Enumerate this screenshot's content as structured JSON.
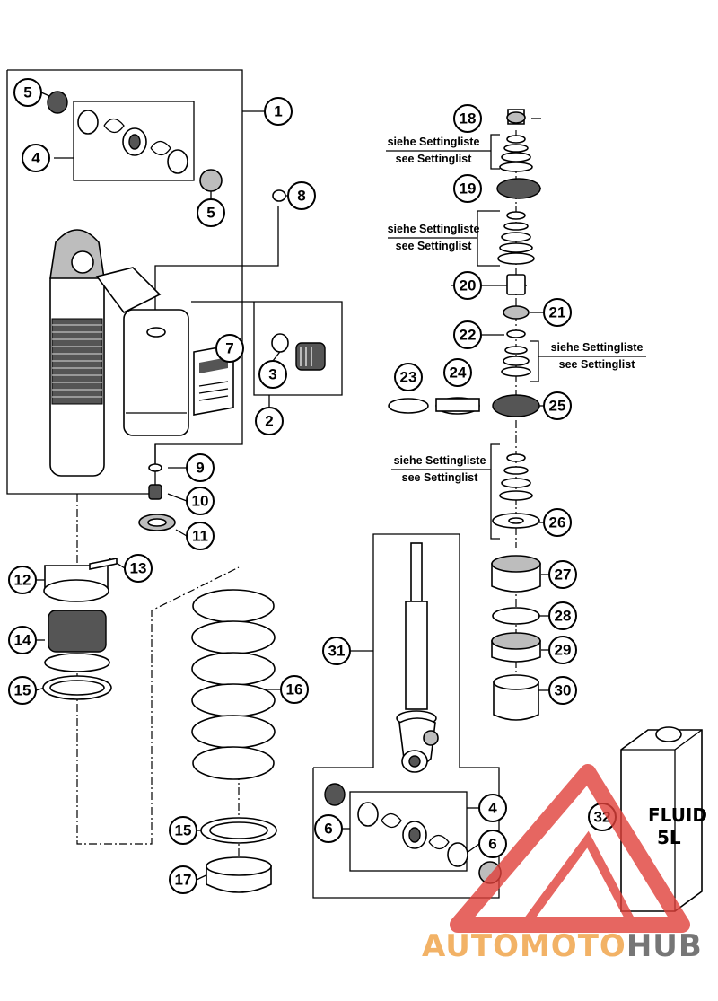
{
  "callouts": [
    {
      "label": "1"
    },
    {
      "label": "2"
    },
    {
      "label": "3"
    },
    {
      "label": "4"
    },
    {
      "label": "4"
    },
    {
      "label": "5"
    },
    {
      "label": "5"
    },
    {
      "label": "6"
    },
    {
      "label": "6"
    },
    {
      "label": "7"
    },
    {
      "label": "8"
    },
    {
      "label": "9"
    },
    {
      "label": "10"
    },
    {
      "label": "11"
    },
    {
      "label": "12"
    },
    {
      "label": "13"
    },
    {
      "label": "14"
    },
    {
      "label": "15"
    },
    {
      "label": "15"
    },
    {
      "label": "16"
    },
    {
      "label": "17"
    },
    {
      "label": "18"
    },
    {
      "label": "19"
    },
    {
      "label": "20"
    },
    {
      "label": "21"
    },
    {
      "label": "22"
    },
    {
      "label": "23"
    },
    {
      "label": "24"
    },
    {
      "label": "25"
    },
    {
      "label": "26"
    },
    {
      "label": "27"
    },
    {
      "label": "28"
    },
    {
      "label": "29"
    },
    {
      "label": "30"
    },
    {
      "label": "31"
    },
    {
      "label": "32"
    }
  ],
  "setting_notes": {
    "de": "siehe Settingliste",
    "en": "see Settinglist"
  },
  "fluid_can": {
    "line1": "FLUID",
    "line2": "5L"
  },
  "watermark": {
    "part1": "AUTOMOTO",
    "part2": "HUB",
    "color_red": "#e0403a",
    "color_orange": "#f0a040",
    "color_grey": "#555555"
  }
}
